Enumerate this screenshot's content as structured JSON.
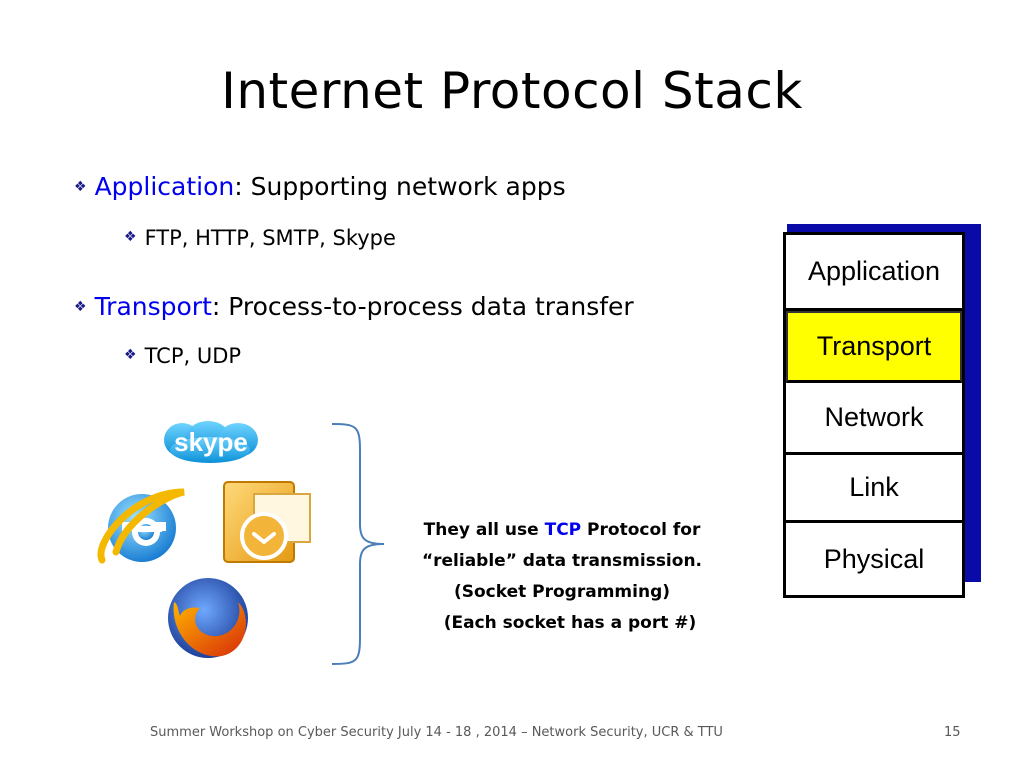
{
  "slide": {
    "title": "Internet Protocol Stack",
    "bullets": [
      {
        "term": "Application",
        "rest": ": Supporting network apps"
      },
      {
        "text": "FTP, HTTP,  SMTP, Skype"
      },
      {
        "term": "Transport",
        "rest": ": Process-to-process data transfer"
      },
      {
        "text": "TCP, UDP"
      }
    ],
    "stack_layers": [
      "Application",
      "Transport",
      "Network",
      "Link",
      "Physical"
    ],
    "highlighted_layer": "Transport",
    "note": {
      "line1_pre": "They all use ",
      "line1_tcp": "TCP",
      "line1_post": " Protocol for",
      "line2": "“reliable” data transmission.",
      "line3": "(Socket Programming)",
      "line4": "(Each socket has a port #)"
    },
    "app_icons": [
      "skype-icon",
      "internet-explorer-icon",
      "outlook-icon",
      "firefox-icon"
    ],
    "footer": "Summer Workshop on Cyber Security July 14 - 18 , 2014 – Network Security, UCR & TTU",
    "page_number": "15"
  },
  "colors": {
    "accent_blue": "#0000ee",
    "stack_shadow": "#0a0aa8",
    "highlight_yellow": "#ffff00"
  }
}
